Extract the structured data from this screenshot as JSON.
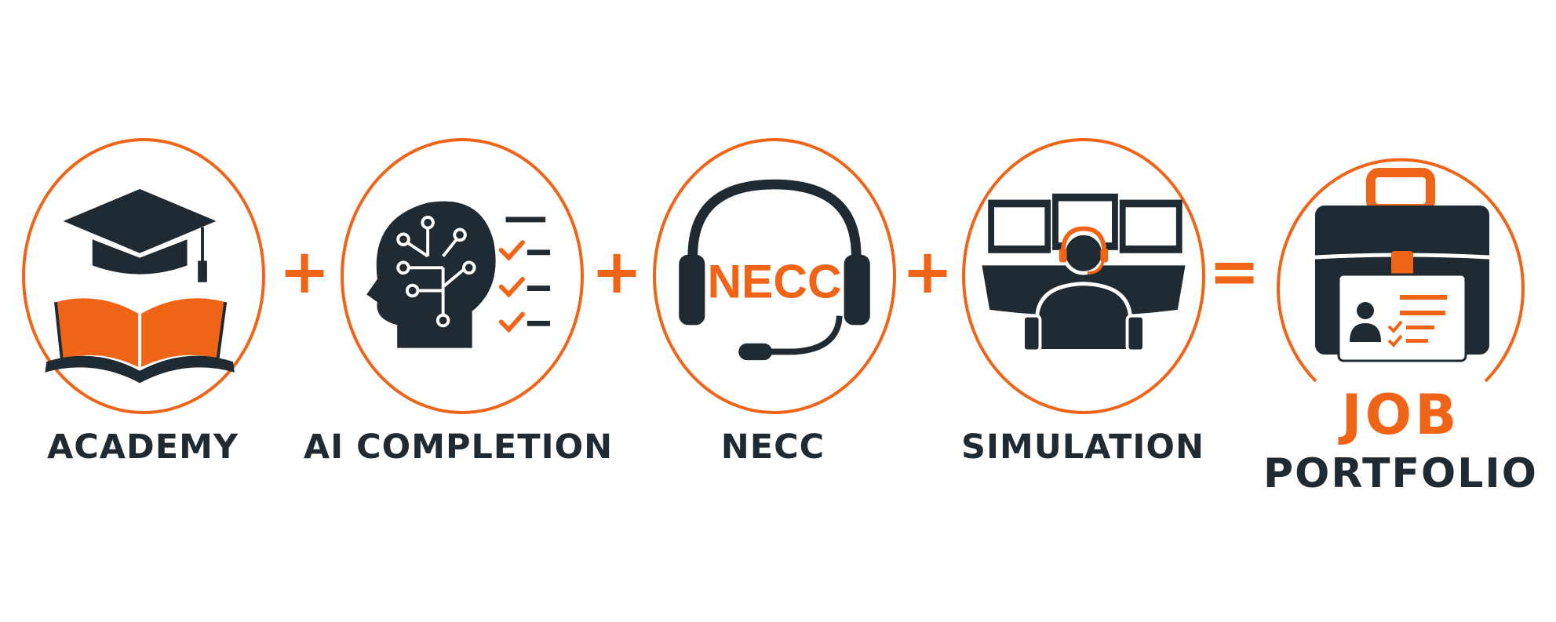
{
  "colors": {
    "accent": "#f06418",
    "dark": "#1f2a33"
  },
  "steps": [
    {
      "label": "ACADEMY",
      "icon": "graduation-cap-book-icon"
    },
    {
      "label": "AI COMPLETION",
      "icon": "ai-head-checklist-icon"
    },
    {
      "label": "NECC",
      "icon": "headset-icon",
      "icon_text": "NECC"
    },
    {
      "label": "SIMULATION",
      "icon": "operator-monitors-icon"
    }
  ],
  "operators": [
    "+",
    "+",
    "+",
    "="
  ],
  "result": {
    "title_line1": "JOB",
    "title_line2": "PORTFOLIO",
    "icon": "briefcase-portfolio-icon"
  }
}
